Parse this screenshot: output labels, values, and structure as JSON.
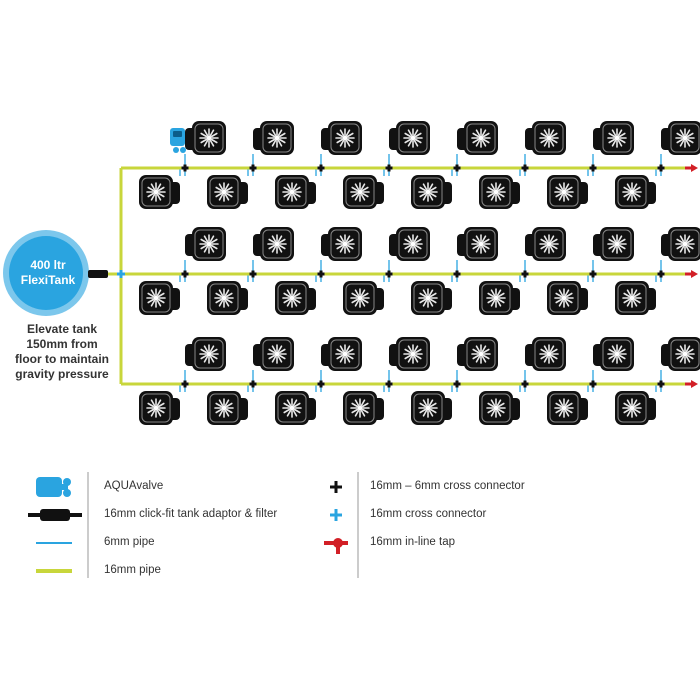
{
  "colors": {
    "pipe16": "#c8d63b",
    "pipe6": "#2aa4e0",
    "tank": "#2aa4e0",
    "tankRing": "#7cc7ec",
    "pot": "#111111",
    "tap": "#d21f26",
    "aquavalve": "#2aa4e0"
  },
  "tank": {
    "line1": "400 ltr",
    "line2": "FlexiTank",
    "note1": "Elevate tank",
    "note2": "150mm from",
    "note3": "floor to maintain",
    "note4": "gravity pressure"
  },
  "layout": {
    "rows": 3,
    "pots_top_per_row": 8,
    "pots_bottom_per_row": 8
  },
  "legend": {
    "left": [
      {
        "icon": "aquavalve-icon",
        "label": "AQUAvalve"
      },
      {
        "icon": "tank-adaptor-icon",
        "label": "16mm click-fit tank adaptor & filter"
      },
      {
        "icon": "pipe-6mm-icon",
        "label": "6mm pipe"
      },
      {
        "icon": "pipe-16mm-icon",
        "label": "16mm pipe"
      }
    ],
    "right": [
      {
        "icon": "cross-connector-16-6-icon",
        "label": "16mm – 6mm cross connector"
      },
      {
        "icon": "cross-connector-16-icon",
        "label": "16mm cross connector"
      },
      {
        "icon": "inline-tap-icon",
        "label": "16mm in-line tap"
      }
    ]
  }
}
